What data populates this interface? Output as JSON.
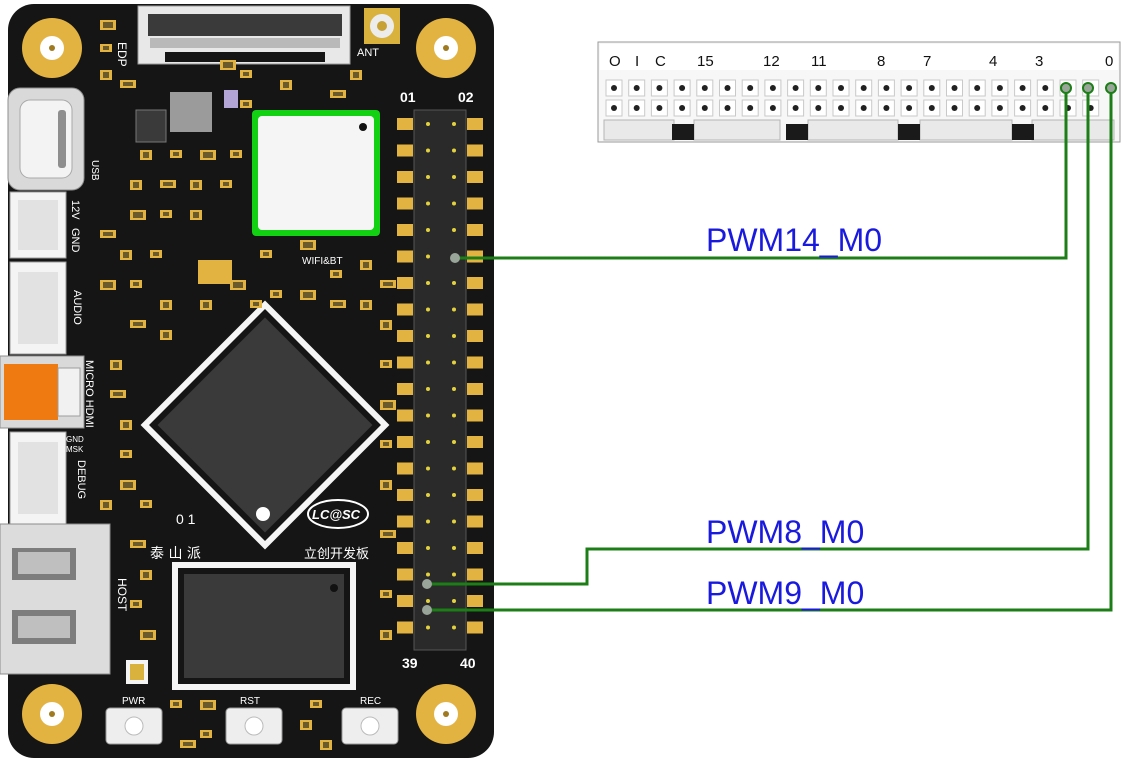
{
  "colors": {
    "board": "#151515",
    "gold": "#e3b341",
    "wire": "#1c7e16",
    "label": "#1a1adf",
    "hdmi_orange": "#f07a12",
    "module_green": "#12d012"
  },
  "board_silk": {
    "edp": "EDP",
    "ant": "ANT",
    "usb": "USB",
    "v12": "12V",
    "gnd": "GND",
    "audio": "AUDIO",
    "micro_hdmi": "MICRO HDMI",
    "gnd2": "GND",
    "msk": "MSK",
    "debug": "DEBUG",
    "host": "HOST",
    "wifi_bt": "WIFI&BT",
    "pin01": "01",
    "pin02": "02",
    "pin39": "39",
    "pin40": "40",
    "pwr": "PWR",
    "rst": "RST",
    "rec": "REC",
    "lcsc": "LC@SC",
    "brand_left": "泰 山 派",
    "brand_right": "立创开发板",
    "mascot": "0 1"
  },
  "header_connector": {
    "labels": [
      "O",
      "I",
      "C",
      "15",
      "12",
      "11",
      "8",
      "7",
      "4",
      "3",
      "0"
    ]
  },
  "wires": [
    {
      "label": "PWM14_M0"
    },
    {
      "label": "PWM8_M0"
    },
    {
      "label": "PWM9_M0"
    }
  ]
}
